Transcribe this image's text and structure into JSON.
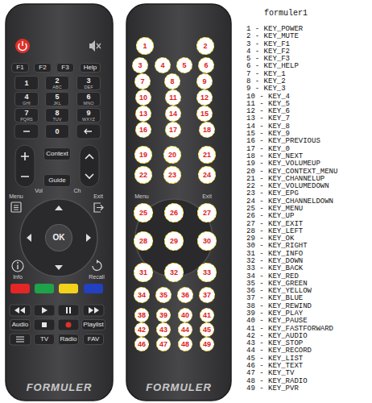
{
  "diagram": {
    "title": "formuler1",
    "nodes": [
      {
        "text": [
          "FORMULER"
        ]
      },
      {
        "text": [
          "F1"
        ],
        "in": 0
      },
      {
        "text": [
          "F2"
        ],
        "in": 0
      },
      {
        "text": [
          "F3"
        ],
        "in": 0
      },
      {
        "text": [
          "Help"
        ],
        "in": 0
      },
      {
        "text": [
          "1"
        ],
        "in": 0
      },
      {
        "text": [
          "2",
          "ABC"
        ],
        "in": 0
      },
      {
        "text": [
          "3",
          "DEF"
        ],
        "in": 0
      },
      {
        "text": [
          "4",
          "GHI"
        ],
        "in": 0
      },
      {
        "text": [
          "5",
          "JKL"
        ],
        "in": 0
      },
      {
        "text": [
          "6",
          "MNO"
        ],
        "in": 0
      },
      {
        "text": [
          "7",
          "PQRS"
        ],
        "in": 0
      },
      {
        "text": [
          "8",
          "TUV"
        ],
        "in": 0
      },
      {
        "text": [
          "9",
          "WXYZ"
        ],
        "in": 0
      },
      {
        "text": [
          "0"
        ],
        "in": 0
      },
      {
        "text": [
          "Context"
        ],
        "in": 0
      },
      {
        "text": [
          "Guide"
        ],
        "in": 0
      },
      {
        "text": [
          "OK"
        ],
        "in": 0
      },
      {
        "text": [
          "Audio"
        ],
        "in": 0
      },
      {
        "text": [
          "Playlist"
        ],
        "in": 0
      },
      {
        "text": [
          "TV"
        ],
        "in": 0
      },
      {
        "text": [
          "Radio"
        ],
        "in": 0
      },
      {
        "text": [
          "FAV"
        ],
        "in": 0
      },
      {
        "text": [
          "FORMULER"
        ]
      },
      {
        "text": [
          "1"
        ],
        "in": 23
      },
      {
        "text": [
          "2"
        ],
        "in": 23
      },
      {
        "text": [
          "3"
        ],
        "in": 23
      },
      {
        "text": [
          "4"
        ],
        "in": 23
      },
      {
        "text": [
          "5"
        ],
        "in": 23
      },
      {
        "text": [
          "6"
        ],
        "in": 23
      },
      {
        "text": [
          "7"
        ],
        "in": 23
      },
      {
        "text": [
          "8"
        ],
        "in": 23
      },
      {
        "text": [
          "9"
        ],
        "in": 23
      },
      {
        "text": [
          "10"
        ],
        "in": 23
      },
      {
        "text": [
          "11"
        ],
        "in": 23
      },
      {
        "text": [
          "12"
        ],
        "in": 23
      },
      {
        "text": [
          "13"
        ],
        "in": 23
      },
      {
        "text": [
          "14"
        ],
        "in": 23
      },
      {
        "text": [
          "15"
        ],
        "in": 23
      },
      {
        "text": [
          "16"
        ],
        "in": 23
      },
      {
        "text": [
          "17"
        ],
        "in": 23
      },
      {
        "text": [
          "18"
        ],
        "in": 23
      },
      {
        "text": [
          "19"
        ],
        "in": 23
      },
      {
        "text": [
          "20"
        ],
        "in": 23
      },
      {
        "text": [
          "21"
        ],
        "in": 23
      },
      {
        "text": [
          "22"
        ],
        "in": 23
      },
      {
        "text": [
          "23"
        ],
        "in": 23
      },
      {
        "text": [
          "24"
        ],
        "in": 23
      },
      {
        "text": [
          "25"
        ],
        "in": 23
      },
      {
        "text": [
          "26"
        ],
        "in": 23
      },
      {
        "text": [
          "27"
        ],
        "in": 23
      },
      {
        "text": [
          "28"
        ],
        "in": 23
      },
      {
        "text": [
          "29"
        ],
        "in": 23
      },
      {
        "text": [
          "30"
        ],
        "in": 23
      },
      {
        "text": [
          "31"
        ],
        "in": 23
      },
      {
        "text": [
          "32"
        ],
        "in": 23
      },
      {
        "text": [
          "33"
        ],
        "in": 23
      },
      {
        "text": [
          "34"
        ],
        "in": 23
      },
      {
        "text": [
          "35"
        ],
        "in": 23
      },
      {
        "text": [
          "36"
        ],
        "in": 23
      },
      {
        "text": [
          "37"
        ],
        "in": 23
      },
      {
        "text": [
          "38"
        ],
        "in": 23
      },
      {
        "text": [
          "39"
        ],
        "in": 23
      },
      {
        "text": [
          "40"
        ],
        "in": 23
      },
      {
        "text": [
          "41"
        ],
        "in": 23
      },
      {
        "text": [
          "42"
        ],
        "in": 23
      },
      {
        "text": [
          "43"
        ],
        "in": 23
      },
      {
        "text": [
          "44"
        ],
        "in": 23
      },
      {
        "text": [
          "45"
        ],
        "in": 23
      },
      {
        "text": [
          "46"
        ],
        "in": 23
      },
      {
        "text": [
          "47"
        ],
        "in": 23
      },
      {
        "text": [
          "48"
        ],
        "in": 23
      },
      {
        "text": [
          "49"
        ],
        "in": 23
      }
    ],
    "labels": [
      "Vol",
      "Ch",
      "Menu",
      "Exit",
      "Info",
      "Recall",
      "Menu",
      "Exit",
      "1 - KEY_POWER",
      "2 - KEY_MUTE",
      "3 - KEY_F1",
      "4 - KEY_F2",
      "5 - KEY_F3",
      "6 - KEY_HELP",
      "7 - KEY_1",
      "8 - KEY_2",
      "9 - KEY_3",
      "10 - KEY_4",
      "11 - KEY_5",
      "12 - KEY_6",
      "13 - KEY_7",
      "14 - KEY_8",
      "15 - KEY_9",
      "16 - KEY_PREVIOUS",
      "17 - KEY_0",
      "18 - KEY_NEXT",
      "19 - KEY_VOLUMEUP",
      "20 - KEY_CONTEXT_MENU",
      "21 - KEY_CHANNELUP",
      "22 - KEY_VOLUMEDOWN",
      "23 - KEY_EPG",
      "24 - KEY_CHANNELDOWN",
      "25 - KEY_MENU",
      "26 - KEY_UP",
      "27 - KEY_EXIT",
      "28 - KEY_LEFT",
      "29 - KEY_OK",
      "30 - KEY_RIGHT",
      "31 - KEY_INFO",
      "32 - KEY_DOWN",
      "33 - KEY_BACK",
      "34 - KEY_RED",
      "35 - KEY_GREEN",
      "36 - KEY_YELLOW",
      "37 - KEY_BLUE",
      "38 - KEY_REWIND",
      "39 - KEY_PLAY",
      "40 - KEY_PAUSE",
      "41 - KEY_FASTFORWARD",
      "42 - KEY_AUDIO",
      "43 - KEY_STOP",
      "44 - KEY_RECORD",
      "45 - KEY_LIST",
      "46 - KEY_TEXT",
      "47 - KEY_TV",
      "48 - KEY_RADIO",
      "49 - KEY_PVR"
    ]
  }
}
